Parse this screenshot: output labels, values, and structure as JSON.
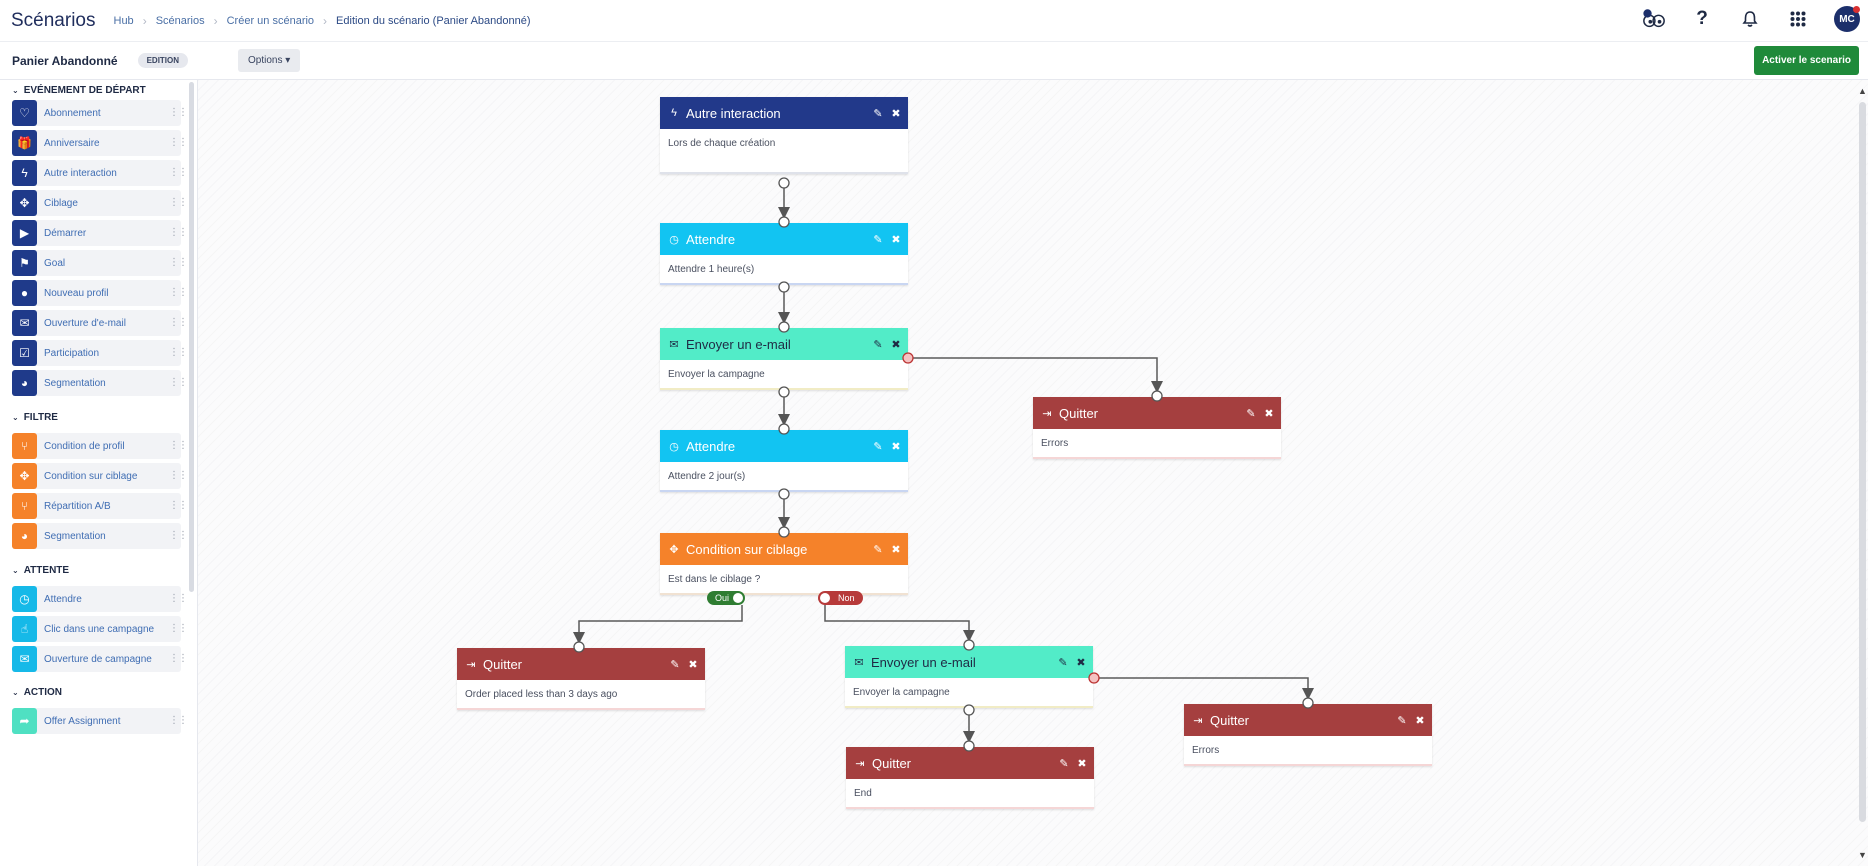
{
  "app": {
    "title": "Scénarios",
    "breadcrumb": [
      "Hub",
      "Scénarios",
      "Créer un scénario",
      "Edition du scénario (Panier Abandonné)"
    ],
    "avatar_initials": "MC",
    "top_icons": [
      "eyes-icon",
      "help-icon",
      "bell-icon",
      "apps-grid-icon"
    ]
  },
  "subbar": {
    "scenario_name": "Panier Abandonné",
    "badge": "EDITION",
    "options": "Options ▾",
    "activate": "Activer le scenario"
  },
  "sidebar": {
    "sections": [
      {
        "title": "EVÉNEMENT DE DÉPART",
        "color": "#1f3a8a",
        "items": [
          {
            "label": "Abonnement",
            "icon": "heart-icon"
          },
          {
            "label": "Anniversaire",
            "icon": "gift-icon"
          },
          {
            "label": "Autre interaction",
            "icon": "bolt-icon"
          },
          {
            "label": "Ciblage",
            "icon": "target-icon"
          },
          {
            "label": "Démarrer",
            "icon": "play-icon"
          },
          {
            "label": "Goal",
            "icon": "flag-icon"
          },
          {
            "label": "Nouveau profil",
            "icon": "user-icon"
          },
          {
            "label": "Ouverture d'e-mail",
            "icon": "envelope-open-icon"
          },
          {
            "label": "Participation",
            "icon": "checkbox-icon"
          },
          {
            "label": "Segmentation",
            "icon": "pie-icon"
          }
        ]
      },
      {
        "title": "FILTRE",
        "color": "#f5822a",
        "items": [
          {
            "label": "Condition de profil",
            "icon": "fork-icon"
          },
          {
            "label": "Condition sur ciblage",
            "icon": "target-icon"
          },
          {
            "label": "Répartition A/B",
            "icon": "fork-icon"
          },
          {
            "label": "Segmentation",
            "icon": "pie-icon"
          }
        ]
      },
      {
        "title": "ATTENTE",
        "color": "#16b9e8",
        "items": [
          {
            "label": "Attendre",
            "icon": "clock-icon"
          },
          {
            "label": "Clic dans une campagne",
            "icon": "pointer-icon"
          },
          {
            "label": "Ouverture de campagne",
            "icon": "envelope-open-icon"
          }
        ]
      },
      {
        "title": "ACTION",
        "color": "#4fe0c2",
        "items": [
          {
            "label": "Offer Assignment",
            "icon": "share-icon"
          }
        ]
      }
    ]
  },
  "nodes": [
    {
      "id": "n1",
      "type": "trigger",
      "icon": "bolt-icon",
      "title": "Autre interaction",
      "body": "Lors de chaque création",
      "color": "#22398a",
      "underline": "#dfe2ea"
    },
    {
      "id": "n2",
      "type": "wait",
      "icon": "clock-icon",
      "title": "Attendre",
      "body": "Attendre 1 heure(s)",
      "color": "#12c4f2",
      "underline": "#c9d6f2"
    },
    {
      "id": "n3",
      "type": "email",
      "icon": "envelope-icon",
      "title": "Envoyer un e-mail",
      "body": "Envoyer la campagne",
      "color": "#52ecc8",
      "underline": "#f1ecc5"
    },
    {
      "id": "n4",
      "type": "exit",
      "icon": "exit-icon",
      "title": "Quitter",
      "body": "Errors",
      "color": "#a53f3f",
      "underline": "#f5d6d6"
    },
    {
      "id": "n5",
      "type": "wait",
      "icon": "clock-icon",
      "title": "Attendre",
      "body": "Attendre 2 jour(s)",
      "color": "#12c4f2",
      "underline": "#c9d6f2"
    },
    {
      "id": "n6",
      "type": "filter",
      "icon": "target-icon",
      "title": "Condition sur ciblage",
      "body": "Est dans le ciblage ?",
      "color": "#f5822a",
      "underline": "#f1e2d2"
    },
    {
      "id": "n7",
      "type": "exit",
      "icon": "exit-icon",
      "title": "Quitter",
      "body": "Order placed less than 3 days ago",
      "color": "#a53f3f",
      "underline": "#f5d6d6"
    },
    {
      "id": "n8",
      "type": "email",
      "icon": "envelope-icon",
      "title": "Envoyer un e-mail",
      "body": "Envoyer la campagne",
      "color": "#52ecc8",
      "underline": "#f1ecc5"
    },
    {
      "id": "n9",
      "type": "exit",
      "icon": "exit-icon",
      "title": "Quitter",
      "body": "Errors",
      "color": "#a53f3f",
      "underline": "#f5d6d6"
    },
    {
      "id": "n10",
      "type": "exit",
      "icon": "exit-icon",
      "title": "Quitter",
      "body": "End",
      "color": "#a53f3f",
      "underline": "#f5d6d6"
    }
  ],
  "branches": {
    "yes": {
      "label": "Oui",
      "color": "#2f7d32"
    },
    "no": {
      "label": "Non",
      "color": "#b73a3a"
    }
  }
}
